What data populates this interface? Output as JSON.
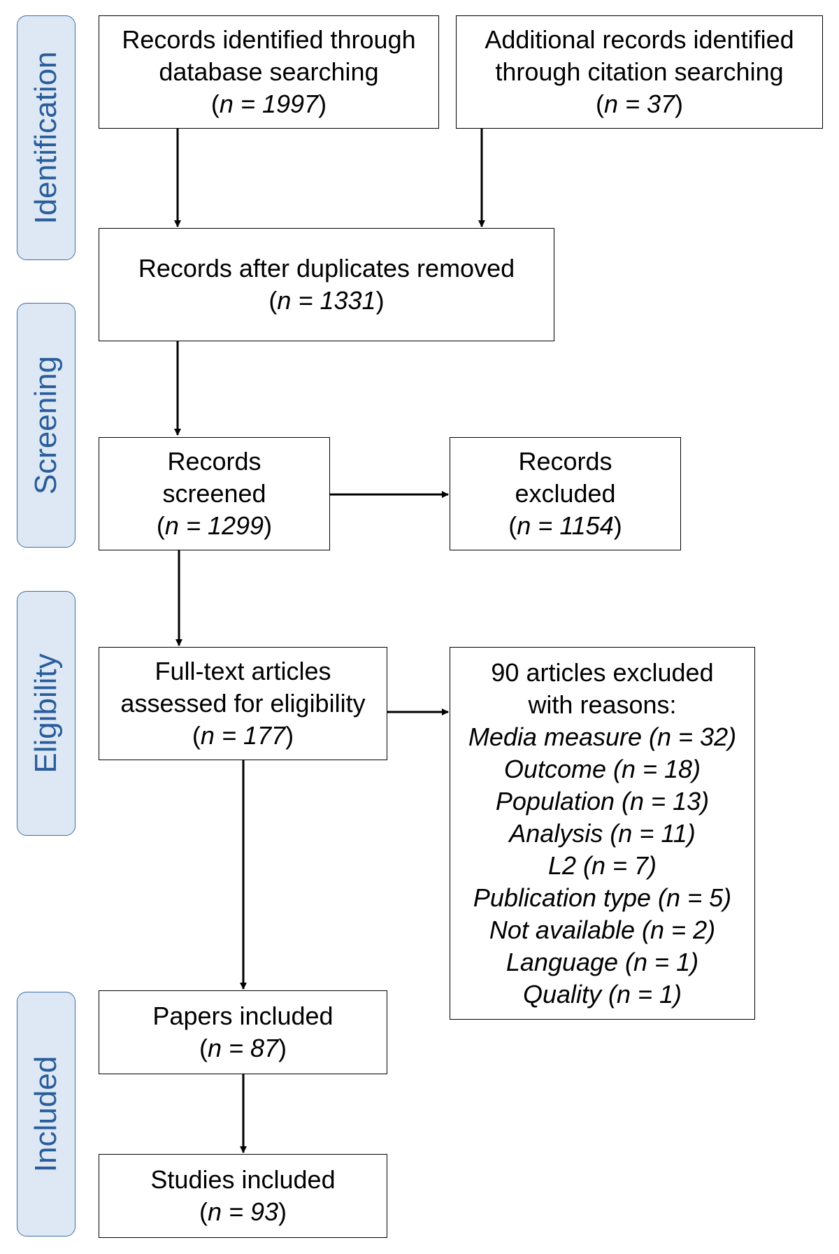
{
  "phases": {
    "identification": "Identification",
    "screening": "Screening",
    "eligibility": "Eligibility",
    "included": "Included"
  },
  "boxes": {
    "database": {
      "lines": [
        "Records identified through",
        "database searching"
      ],
      "n": "1997"
    },
    "citation": {
      "lines": [
        "Additional records identified",
        "through citation searching"
      ],
      "n": "37"
    },
    "duplicates": {
      "lines": [
        "Records after duplicates removed"
      ],
      "n": "1331"
    },
    "screened": {
      "lines": [
        "Records",
        "screened"
      ],
      "n": "1299"
    },
    "excluded": {
      "lines": [
        "Records",
        "excluded"
      ],
      "n": "1154"
    },
    "fulltext": {
      "lines": [
        "Full-text articles",
        "assessed for eligibility"
      ],
      "n": "177"
    },
    "reasons": {
      "heading": [
        "90 articles excluded",
        "with reasons:"
      ],
      "items": [
        "Media measure (n = 32)",
        "Outcome (n = 18)",
        "Population (n = 13)",
        "Analysis (n = 11)",
        "L2 (n = 7)",
        "Publication type (n = 5)",
        "Not available (n = 2)",
        "Language (n = 1)",
        "Quality (n = 1)"
      ]
    },
    "papers": {
      "lines": [
        "Papers included"
      ],
      "n": "87"
    },
    "studies": {
      "lines": [
        "Studies included"
      ],
      "n": "93"
    }
  },
  "n_prefix": "n = ",
  "colors": {
    "phase_fill": "#dde8f4",
    "phase_border": "#3e6fa4",
    "phase_text": "#2a5d9a"
  }
}
